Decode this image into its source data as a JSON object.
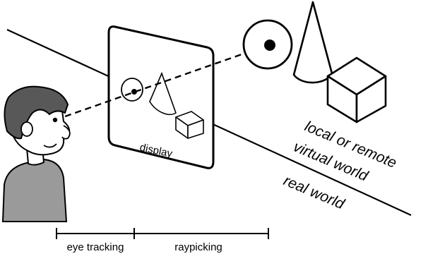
{
  "labels": {
    "display": "display",
    "world_virtual_line1": "local or remote",
    "world_virtual_line2": "virtual world",
    "world_real": "real world",
    "eye_tracking": "eye tracking",
    "raypicking": "raypicking"
  },
  "colors": {
    "ink": "#000000",
    "face": "#ffffff",
    "hair": "#585858",
    "sweater": "#9a9a9a"
  }
}
